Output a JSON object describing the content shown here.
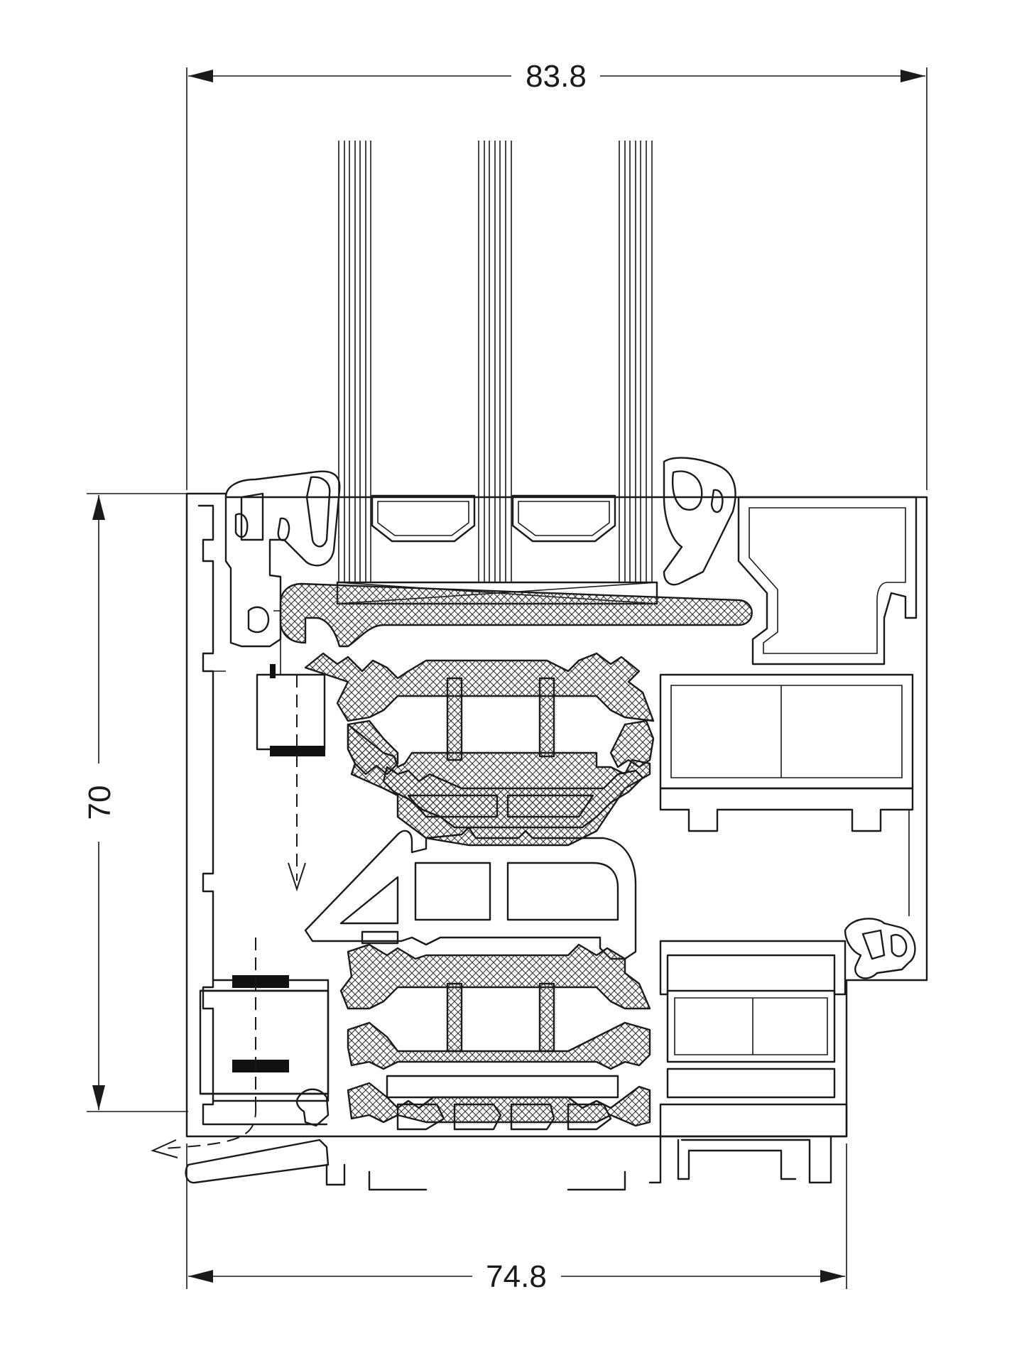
{
  "dimensions": {
    "overall_width": "83.8",
    "frame_height": "70",
    "frame_width": "74.8"
  }
}
